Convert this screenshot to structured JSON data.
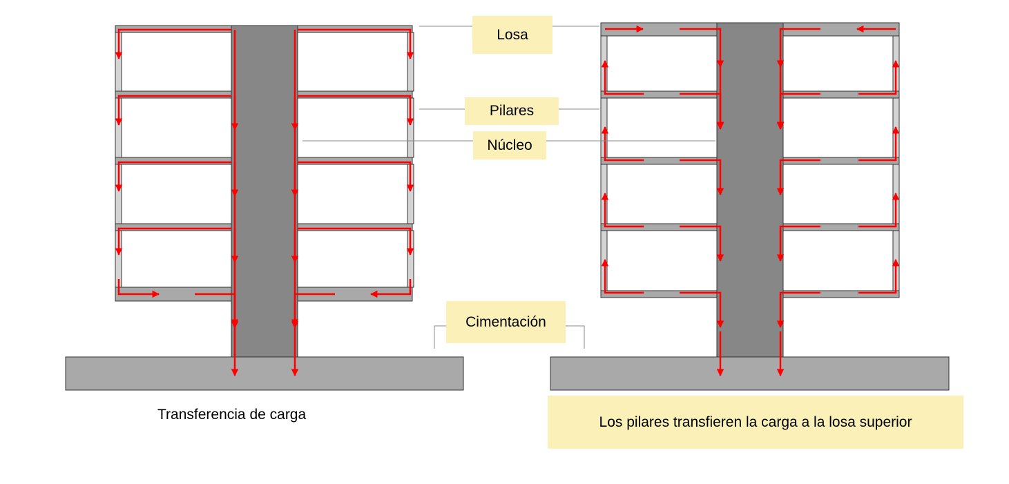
{
  "labels": {
    "slab": "Losa",
    "pillars": "Pilares",
    "core": "Núcleo",
    "foundation": "Cimentación"
  },
  "captions": {
    "left": "Transferencia de carga",
    "right": "Los pilares transfieren la carga a la losa superior"
  },
  "colors": {
    "core": "#878787",
    "slab": "#a9a9a9",
    "pillar": "#d4d4d4",
    "foundation": "#a9a9a9",
    "arrow": "#ff0000",
    "label_bg": "#fbf0b8"
  },
  "buildings": [
    {
      "name": "Transferencia de carga",
      "floors": 4,
      "transfer": "bottom",
      "pillar_load": "down"
    },
    {
      "name": "Los pilares transfieren la carga a la losa superior",
      "floors": 4,
      "transfer": "top",
      "pillar_load": "up"
    }
  ]
}
